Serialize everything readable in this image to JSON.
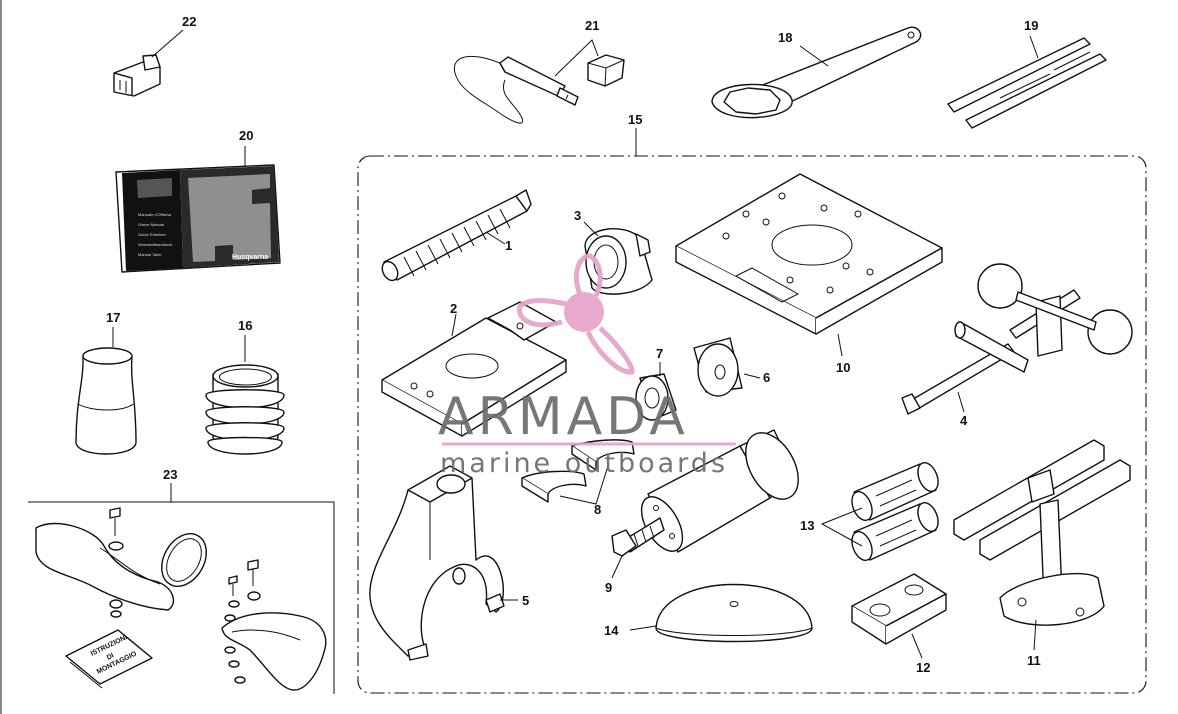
{
  "callouts": {
    "c1": "1",
    "c2": "2",
    "c3": "3",
    "c4": "4",
    "c5": "5",
    "c6": "6",
    "c7": "7",
    "c8": "8",
    "c9": "9",
    "c10": "10",
    "c11": "11",
    "c12": "12",
    "c13": "13",
    "c14": "14",
    "c15": "15",
    "c16": "16",
    "c17": "17",
    "c18": "18",
    "c19": "19",
    "c20": "20",
    "c21": "21",
    "c22": "22",
    "c23": "23"
  },
  "manual": {
    "brand": "Husqvarna",
    "lines": [
      "Manuale d'Officina",
      "Owner Manual",
      "Guide Entretien",
      "Werkstatthandbuch",
      "Manual Taller"
    ]
  },
  "instructions_card": [
    "ISTRUZIONI",
    "DI",
    "MONTAGGIO"
  ],
  "watermark": {
    "title": "ARMADA",
    "subtitle": "marine outboards",
    "colors": {
      "accent": "#e6a3c8",
      "text": "#6c6c6c"
    }
  }
}
